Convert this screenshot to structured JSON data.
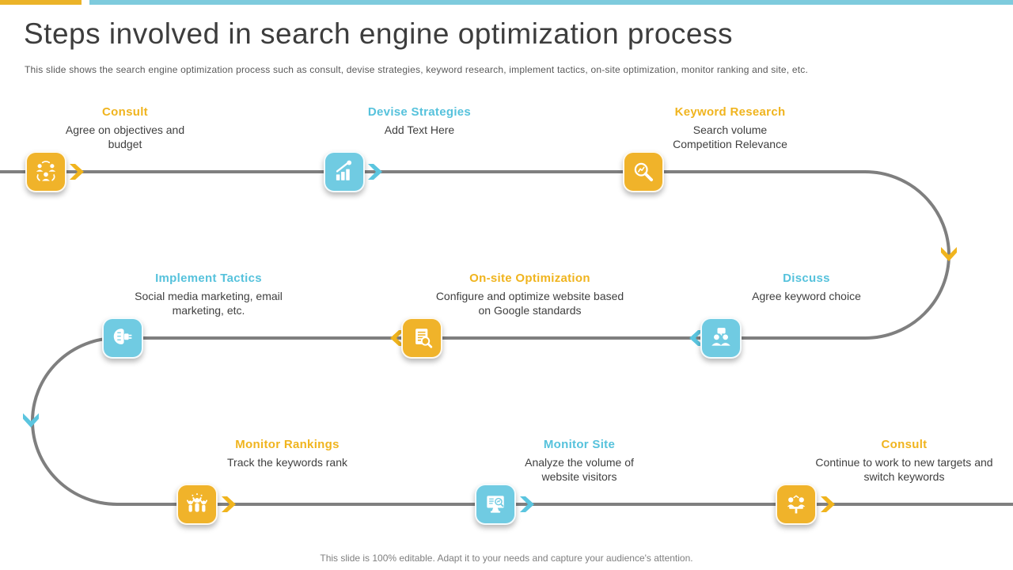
{
  "slide": {
    "title": "Steps involved in search engine optimization process",
    "subtitle": "This slide shows the search engine optimization process such as consult, devise strategies, keyword research, implement tactics, on-site optimization, monitor ranking and site, etc.",
    "footer": "This slide is 100% editable. Adapt it to your needs and capture your audience's attention."
  },
  "colors": {
    "accent_yellow": "#F0B41E",
    "accent_blue": "#56C2DC",
    "tile_yellow": "#F0B32A",
    "tile_blue": "#70CBE2",
    "path_gray": "#7F7F7F",
    "top_bar_yellow": "#EBB329",
    "top_bar_cyan": "#7ECBDD"
  },
  "steps": [
    {
      "title": "Consult",
      "desc": "Agree on objectives and budget",
      "accent": "yellow",
      "icon": "team-sync-icon"
    },
    {
      "title": "Devise Strategies",
      "desc": "Add Text Here",
      "accent": "blue",
      "icon": "growth-chart-icon"
    },
    {
      "title": "Keyword Research",
      "desc": "Search volume Competition Relevance",
      "accent": "yellow",
      "icon": "search-analytics-icon"
    },
    {
      "title": "Implement Tactics",
      "desc": "Social media marketing, email marketing, etc.",
      "accent": "blue",
      "icon": "brain-plug-icon"
    },
    {
      "title": "On-site Optimization",
      "desc": "Configure and optimize website based on Google standards",
      "accent": "yellow",
      "icon": "document-search-icon"
    },
    {
      "title": "Discuss",
      "desc": "Agree keyword choice",
      "accent": "blue",
      "icon": "discussion-icon"
    },
    {
      "title": "Monitor Rankings",
      "desc": "Track the keywords rank",
      "accent": "yellow",
      "icon": "ranking-people-icon"
    },
    {
      "title": "Monitor Site",
      "desc": "Analyze the volume of website visitors",
      "accent": "blue",
      "icon": "monitor-analytics-icon"
    },
    {
      "title": "Consult",
      "desc": "Continue to work to new targets and switch keywords",
      "accent": "yellow",
      "icon": "meeting-icon"
    }
  ]
}
